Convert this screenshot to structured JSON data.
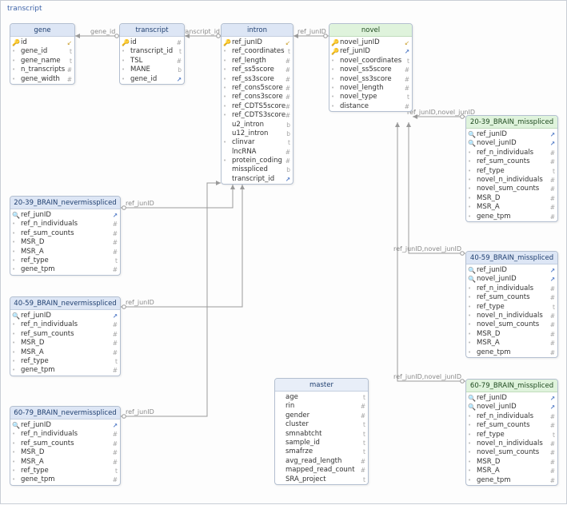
{
  "diagram": {
    "title": "transcript",
    "tables": [
      {
        "name": "gene",
        "style": "blue",
        "columns": [
          {
            "name": "id",
            "marker": "key",
            "type": "key"
          },
          {
            "name": "gene_id",
            "marker": "dot",
            "type": "t"
          },
          {
            "name": "gene_name",
            "marker": "dot",
            "type": "t"
          },
          {
            "name": "n_transcripts",
            "marker": "dot",
            "type": "#"
          },
          {
            "name": "gene_width",
            "marker": "dot",
            "type": "#"
          }
        ]
      },
      {
        "name": "transcript",
        "style": "blue",
        "columns": [
          {
            "name": "id",
            "marker": "key",
            "type": "#"
          },
          {
            "name": "transcript_id",
            "marker": "dot",
            "type": "t"
          },
          {
            "name": "TSL",
            "marker": "dot",
            "type": "#"
          },
          {
            "name": "MANE",
            "marker": "dot",
            "type": "b"
          },
          {
            "name": "gene_id",
            "marker": "dot",
            "type": "fk"
          }
        ]
      },
      {
        "name": "intron",
        "style": "blue",
        "columns": [
          {
            "name": "ref_junID",
            "marker": "key",
            "type": "key"
          },
          {
            "name": "ref_coordinates",
            "marker": "dot",
            "type": "t"
          },
          {
            "name": "ref_length",
            "marker": "dot",
            "type": "#"
          },
          {
            "name": "ref_ss5score",
            "marker": "dot",
            "type": "#"
          },
          {
            "name": "ref_ss3score",
            "marker": "dot",
            "type": "#"
          },
          {
            "name": "ref_cons5score",
            "marker": "dot",
            "type": "#"
          },
          {
            "name": "ref_cons3score",
            "marker": "dot",
            "type": "#"
          },
          {
            "name": "ref_CDTS5score",
            "marker": "dot",
            "type": "#"
          },
          {
            "name": "ref_CDTS3score",
            "marker": "dot",
            "type": "#"
          },
          {
            "name": "u2_intron",
            "marker": "none",
            "type": "b"
          },
          {
            "name": "u12_intron",
            "marker": "none",
            "type": "b"
          },
          {
            "name": "clinvar",
            "marker": "dot",
            "type": "t"
          },
          {
            "name": "lncRNA",
            "marker": "none",
            "type": "#"
          },
          {
            "name": "protein_coding",
            "marker": "dot",
            "type": "#"
          },
          {
            "name": "misspliced",
            "marker": "none",
            "type": "b"
          },
          {
            "name": "transcript_id",
            "marker": "none",
            "type": "fk"
          }
        ]
      },
      {
        "name": "novel",
        "style": "green",
        "columns": [
          {
            "name": "novel_junID",
            "marker": "key",
            "type": "key"
          },
          {
            "name": "ref_junID",
            "marker": "key",
            "type": "fk"
          },
          {
            "name": "novel_coordinates",
            "marker": "dot",
            "type": "t"
          },
          {
            "name": "novel_ss5score",
            "marker": "dot",
            "type": "#"
          },
          {
            "name": "novel_ss3score",
            "marker": "dot",
            "type": "#"
          },
          {
            "name": "novel_length",
            "marker": "dot",
            "type": "#"
          },
          {
            "name": "novel_type",
            "marker": "dot",
            "type": "t"
          },
          {
            "name": "distance",
            "marker": "dot",
            "type": "#"
          }
        ]
      },
      {
        "name": "20-39_BRAIN_misspliced",
        "style": "green",
        "columns": [
          {
            "name": "ref_junID",
            "marker": "mag",
            "type": "fk"
          },
          {
            "name": "novel_junID",
            "marker": "mag",
            "type": "fk"
          },
          {
            "name": "ref_n_individuals",
            "marker": "dot",
            "type": "#"
          },
          {
            "name": "ref_sum_counts",
            "marker": "dot",
            "type": "#"
          },
          {
            "name": "ref_type",
            "marker": "dot",
            "type": "t"
          },
          {
            "name": "novel_n_individuals",
            "marker": "dot",
            "type": "#"
          },
          {
            "name": "novel_sum_counts",
            "marker": "dot",
            "type": "#"
          },
          {
            "name": "MSR_D",
            "marker": "dot",
            "type": "#"
          },
          {
            "name": "MSR_A",
            "marker": "dot",
            "type": "#"
          },
          {
            "name": "gene_tpm",
            "marker": "dot",
            "type": "#"
          }
        ]
      },
      {
        "name": "40-59_BRAIN_misspliced",
        "style": "blue",
        "columns": [
          {
            "name": "ref_junID",
            "marker": "mag",
            "type": "fk"
          },
          {
            "name": "novel_junID",
            "marker": "mag",
            "type": "fk"
          },
          {
            "name": "ref_n_individuals",
            "marker": "dot",
            "type": "#"
          },
          {
            "name": "ref_sum_counts",
            "marker": "dot",
            "type": "#"
          },
          {
            "name": "ref_type",
            "marker": "dot",
            "type": "t"
          },
          {
            "name": "novel_n_individuals",
            "marker": "dot",
            "type": "#"
          },
          {
            "name": "novel_sum_counts",
            "marker": "dot",
            "type": "#"
          },
          {
            "name": "MSR_D",
            "marker": "dot",
            "type": "#"
          },
          {
            "name": "MSR_A",
            "marker": "dot",
            "type": "#"
          },
          {
            "name": "gene_tpm",
            "marker": "dot",
            "type": "#"
          }
        ]
      },
      {
        "name": "60-79_BRAIN_misspliced",
        "style": "green",
        "columns": [
          {
            "name": "ref_junID",
            "marker": "mag",
            "type": "fk"
          },
          {
            "name": "novel_junID",
            "marker": "mag",
            "type": "fk"
          },
          {
            "name": "ref_n_individuals",
            "marker": "dot",
            "type": "#"
          },
          {
            "name": "ref_sum_counts",
            "marker": "dot",
            "type": "#"
          },
          {
            "name": "ref_type",
            "marker": "dot",
            "type": "t"
          },
          {
            "name": "novel_n_individuals",
            "marker": "dot",
            "type": "#"
          },
          {
            "name": "novel_sum_counts",
            "marker": "dot",
            "type": "#"
          },
          {
            "name": "MSR_D",
            "marker": "dot",
            "type": "#"
          },
          {
            "name": "MSR_A",
            "marker": "dot",
            "type": "#"
          },
          {
            "name": "gene_tpm",
            "marker": "dot",
            "type": "#"
          }
        ]
      },
      {
        "name": "20-39_BRAIN_nevermisspliced",
        "style": "blue",
        "columns": [
          {
            "name": "ref_junID",
            "marker": "mag",
            "type": "fk"
          },
          {
            "name": "ref_n_individuals",
            "marker": "dot",
            "type": "#"
          },
          {
            "name": "ref_sum_counts",
            "marker": "dot",
            "type": "#"
          },
          {
            "name": "MSR_D",
            "marker": "dot",
            "type": "#"
          },
          {
            "name": "MSR_A",
            "marker": "dot",
            "type": "#"
          },
          {
            "name": "ref_type",
            "marker": "dot",
            "type": "t"
          },
          {
            "name": "gene_tpm",
            "marker": "dot",
            "type": "#"
          }
        ]
      },
      {
        "name": "40-59_BRAIN_nevermisspliced",
        "style": "blue",
        "columns": [
          {
            "name": "ref_junID",
            "marker": "mag",
            "type": "fk"
          },
          {
            "name": "ref_n_individuals",
            "marker": "dot",
            "type": "#"
          },
          {
            "name": "ref_sum_counts",
            "marker": "dot",
            "type": "#"
          },
          {
            "name": "MSR_D",
            "marker": "dot",
            "type": "#"
          },
          {
            "name": "MSR_A",
            "marker": "dot",
            "type": "#"
          },
          {
            "name": "ref_type",
            "marker": "dot",
            "type": "t"
          },
          {
            "name": "gene_tpm",
            "marker": "dot",
            "type": "#"
          }
        ]
      },
      {
        "name": "60-79_BRAIN_nevermisspliced",
        "style": "blue",
        "columns": [
          {
            "name": "ref_junID",
            "marker": "mag",
            "type": "fk"
          },
          {
            "name": "ref_n_individuals",
            "marker": "dot",
            "type": "#"
          },
          {
            "name": "ref_sum_counts",
            "marker": "dot",
            "type": "#"
          },
          {
            "name": "MSR_D",
            "marker": "dot",
            "type": "#"
          },
          {
            "name": "MSR_A",
            "marker": "dot",
            "type": "#"
          },
          {
            "name": "ref_type",
            "marker": "dot",
            "type": "t"
          },
          {
            "name": "gene_tpm",
            "marker": "dot",
            "type": "#"
          }
        ]
      },
      {
        "name": "master",
        "style": "plain",
        "columns": [
          {
            "name": "age",
            "marker": "none",
            "type": "t"
          },
          {
            "name": "rin",
            "marker": "none",
            "type": "#"
          },
          {
            "name": "gender",
            "marker": "none",
            "type": "#"
          },
          {
            "name": "cluster",
            "marker": "none",
            "type": "t"
          },
          {
            "name": "smnabtcht",
            "marker": "none",
            "type": "t"
          },
          {
            "name": "sample_id",
            "marker": "none",
            "type": "t"
          },
          {
            "name": "smafrze",
            "marker": "none",
            "type": "t"
          },
          {
            "name": "avg_read_length",
            "marker": "none",
            "type": "#"
          },
          {
            "name": "mapped_read_count",
            "marker": "none",
            "type": "#"
          },
          {
            "name": "SRA_project",
            "marker": "none",
            "type": "t"
          }
        ]
      }
    ],
    "relationships": [
      {
        "label": "gene_id",
        "from": "transcript",
        "to": "gene"
      },
      {
        "label": "transcript_id",
        "from": "intron",
        "to": "transcript"
      },
      {
        "label": "ref_junID",
        "from": "novel",
        "to": "intron"
      },
      {
        "label": "ref_junID",
        "from": "20-39_BRAIN_nevermisspliced",
        "to": "intron"
      },
      {
        "label": "ref_junID",
        "from": "40-59_BRAIN_nevermisspliced",
        "to": "intron"
      },
      {
        "label": "ref_junID",
        "from": "60-79_BRAIN_nevermisspliced",
        "to": "intron"
      },
      {
        "label": "ref_junID,novel_junID",
        "from": "20-39_BRAIN_misspliced",
        "to": "novel"
      },
      {
        "label": "ref_junID,novel_junID",
        "from": "40-59_BRAIN_misspliced",
        "to": "novel"
      },
      {
        "label": "ref_junID,novel_junID",
        "from": "60-79_BRAIN_misspliced",
        "to": "novel"
      }
    ]
  }
}
